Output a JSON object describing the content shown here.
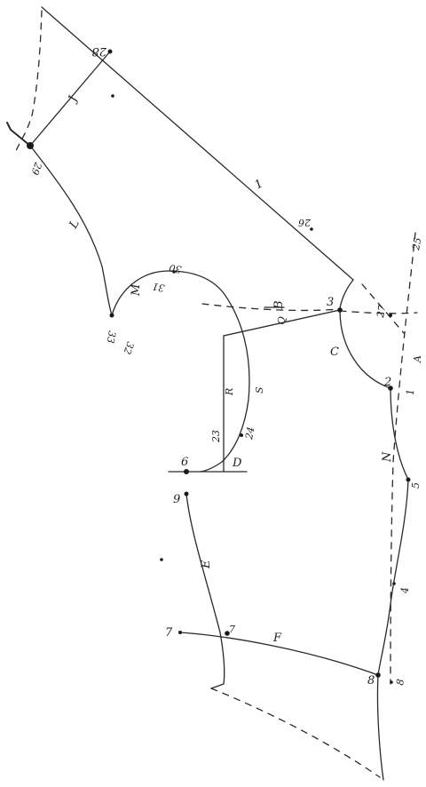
{
  "diagram": {
    "background": "#ffffff",
    "ink": "#2a2a2a",
    "points": [
      "28",
      "29",
      "26",
      "30",
      "31",
      "32",
      "33",
      "3",
      "27",
      "25",
      "2",
      "1",
      "5",
      "4",
      "8",
      "6",
      "9",
      "7",
      "24",
      "23"
    ],
    "lines": [
      "1",
      "B",
      "C",
      "D",
      "E",
      "F",
      "J",
      "L",
      "M",
      "N",
      "A",
      "Q",
      "R",
      "S"
    ]
  }
}
